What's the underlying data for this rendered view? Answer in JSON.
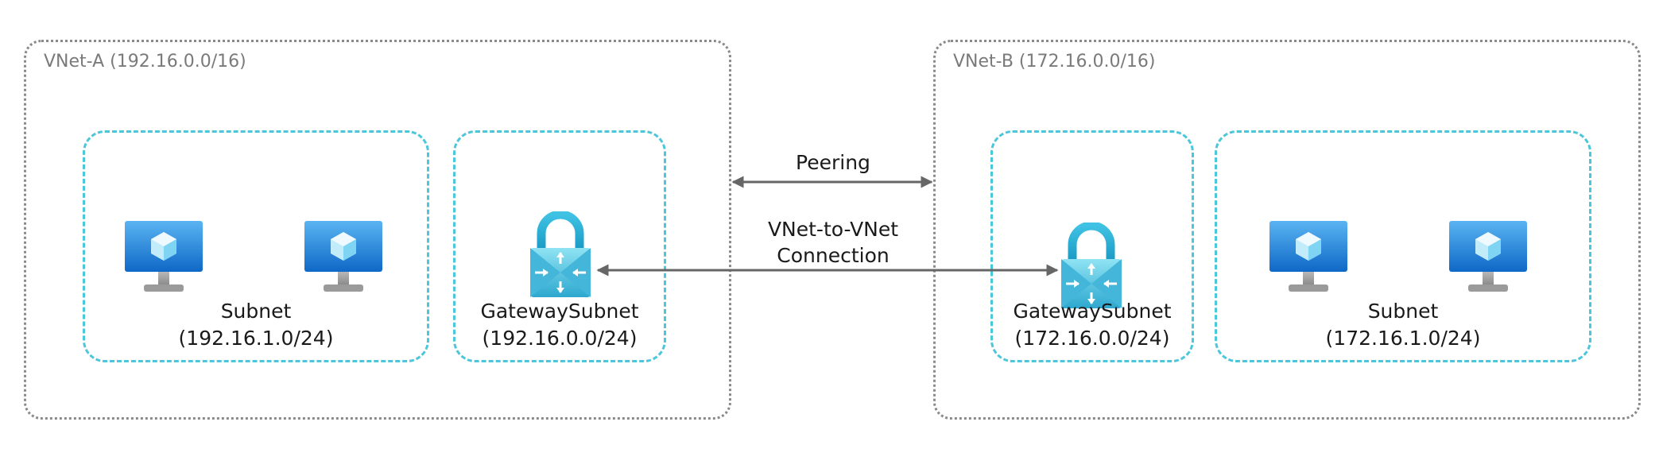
{
  "vnet_a": {
    "title": "VNet-A (192.16.0.0/16)",
    "subnet": {
      "name": "Subnet",
      "cidr": "(192.16.1.0/24)"
    },
    "gateway_subnet": {
      "name": "GatewaySubnet",
      "cidr": "(192.16.0.0/24)"
    }
  },
  "vnet_b": {
    "title": "VNet-B (172.16.0.0/16)",
    "subnet": {
      "name": "Subnet",
      "cidr": "(172.16.1.0/24)"
    },
    "gateway_subnet": {
      "name": "GatewaySubnet",
      "cidr": "(172.16.0.0/24)"
    }
  },
  "connections": {
    "peering": "Peering",
    "vnet_to_vnet_line1": "VNet-to-VNet",
    "vnet_to_vnet_line2": "Connection"
  },
  "icons": {
    "vm": "virtual-machine-icon",
    "gateway": "vpn-gateway-icon"
  },
  "colors": {
    "subnet_border": "#4cc6da",
    "vnet_border": "#8a8a8a",
    "vm_blue": "#1e7fd6",
    "gateway_teal": "#35b7d8",
    "arrow": "#666666"
  }
}
